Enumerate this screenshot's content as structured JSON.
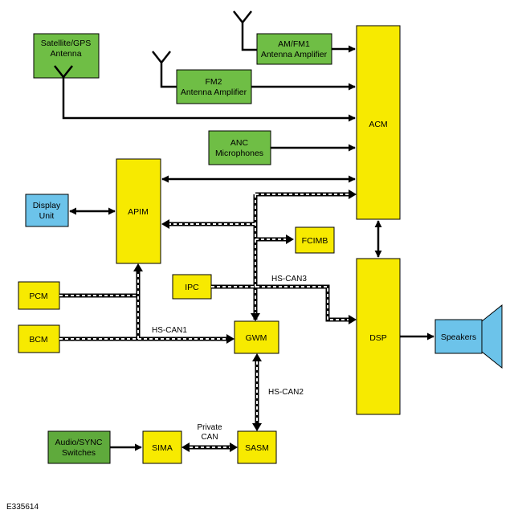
{
  "colors": {
    "module": "#f7ea00",
    "antenna_box": "#6fbe45",
    "switch_box": "#5faa3c",
    "display": "#6cc3ea",
    "speaker": "#6cc3ea",
    "line": "#000000"
  },
  "boxes": {
    "satellite_gps": [
      "Satellite/GPS",
      "Antenna"
    ],
    "am_fm1": [
      "AM/FM1",
      "Antenna Amplifier"
    ],
    "fm2": [
      "FM2",
      "Antenna Amplifier"
    ],
    "anc": [
      "ANC",
      "Microphones"
    ],
    "acm": "ACM",
    "display_unit": [
      "Display",
      "Unit"
    ],
    "apim": "APIM",
    "fcimb": "FCIMB",
    "pcm": "PCM",
    "ipc": "IPC",
    "bcm": "BCM",
    "gwm": "GWM",
    "dsp": "DSP",
    "speakers": "Speakers",
    "audio_sync": [
      "Audio/SYNC",
      "Switches"
    ],
    "sima": "SIMA",
    "sasm": "SASM"
  },
  "line_labels": {
    "hs_can1": "HS-CAN1",
    "hs_can2": "HS-CAN2",
    "hs_can3": "HS-CAN3",
    "private_can": [
      "Private",
      "CAN"
    ]
  },
  "figure_id": "E335614"
}
